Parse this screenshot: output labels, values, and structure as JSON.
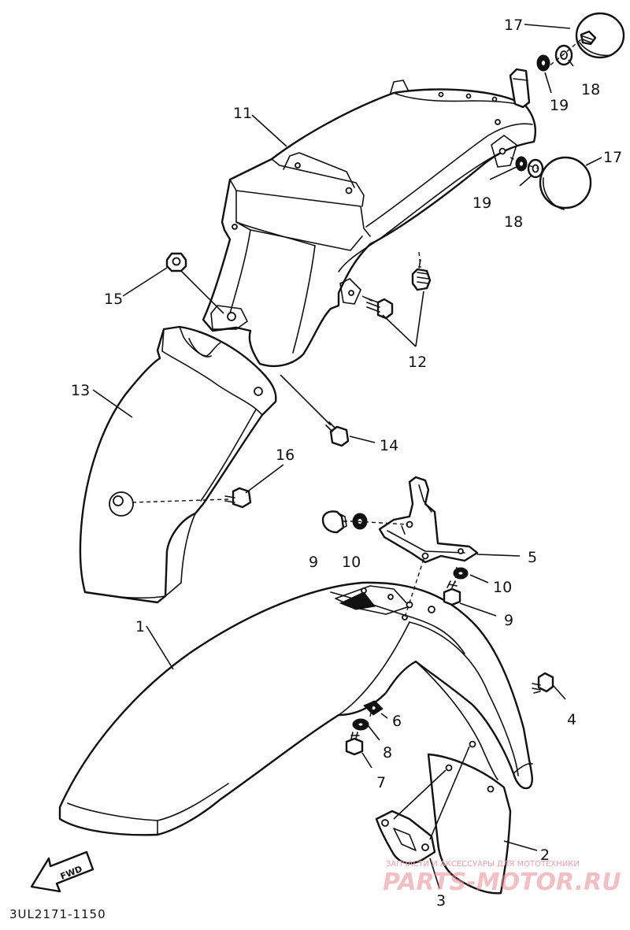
{
  "callouts": {
    "c1": "1",
    "c2": "2",
    "c3": "3",
    "c4": "4",
    "c5": "5",
    "c6": "6",
    "c7": "7",
    "c8": "8",
    "c9a": "9",
    "c9b": "9",
    "c10a": "10",
    "c10b": "10",
    "c11": "11",
    "c12": "12",
    "c13": "13",
    "c14": "14",
    "c15": "15",
    "c16": "16",
    "c17a": "17",
    "c17b": "17",
    "c18a": "18",
    "c18b": "18",
    "c19a": "19",
    "c19b": "19"
  },
  "fwd_label": "FWD",
  "diagram_code": "3UL2171-1150",
  "watermark": {
    "tagline": "ЗАПЧАСТИ И АКСЕССУАРЫ ДЛЯ МОТОТЕХНИКИ",
    "site": "PARTS-MOTOR.RU"
  },
  "colors": {
    "line": "#111111",
    "watermark": "#e88a96"
  }
}
